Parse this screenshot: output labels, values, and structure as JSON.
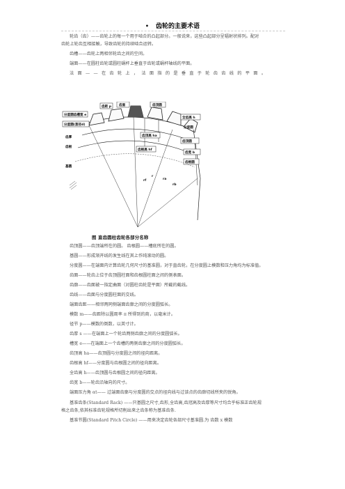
{
  "doc": {
    "title": "齿轮的主要术语",
    "bullet": "•",
    "intro": [
      "轮齿（齿）——齿轮上的每一个用于啮合的凸起部分。一般说来，这些凸起部分呈辐射状排列。配对",
      "齿轮上轮齿互相接触，导致齿轮的持续啮合运转。",
      "齿槽——齿轮上两相邻轮齿之间的空间。",
      "端面——在圆柱齿轮或圆柱蜗杆上垂直于齿轮或蜗杆轴线的平面。",
      "法面——在齿轮上，法面指的是垂直于轮齿齿线的平面。"
    ],
    "figure": {
      "labels": {
        "tip_circle_spacing": "分度圆齿槽宽 e",
        "pitch_circle": "分度圆(直径d)",
        "tooth_thickness": "齿厚",
        "tooth_root": "齿根",
        "tooth_face": "齿面",
        "top_land": "齿顶圆",
        "pitch_p": "齿距 p",
        "tooth_width": "齿宽 b",
        "addendum": "齿顶高 ha",
        "dedendum": "齿根高 hf",
        "root_circle": "齿根圆",
        "base_circle": "基圆",
        "whole_depth": "全齿高 h",
        "pitch_circle_sym": "分度圆",
        "tip_circle": "齿顶圆",
        "radius_rf": "rf",
        "radius_r": "r",
        "radius_ra": "ra",
        "radius_rb": "rb"
      },
      "caption": "图 直齿圆柱齿轮各部分名称"
    },
    "definitions": [
      "齿顶圆——齿顶端所在的圆。 齿根圆——槽底所在的圆。",
      "基圆——形成渐开线的发生线在其上作纯滚动的圆。",
      "分度圆——在端面内计算齿轮几何尺寸的基准圆，对于直齿轮，在分度圆上模数和压力角均为标准值。",
      "齿面——轮齿上位于齿顶圆柱面和齿根圆柱面之间的侧表面。",
      "齿廓——齿面被一指定曲面（对圆柱齿轮是平面）所截的截线。",
      "齿线——齿面与分度圆柱面的交线。",
      "端面齿距——相邻两同侧端面齿廓之间的分度圆弧长。",
      "模数 m——齿距除以圆周率 π 所得到的商，以毫米计。",
      "径节 p——模数的倒数，以英寸计。",
      "齿厚 s ——在端面上一个轮齿两侧齿廓之间的分度圆弧长。",
      "槽宽 e——在端面上一个齿槽的两侧齿廓之间的分度圆弧长。",
      "齿顶高 ha——齿顶圆与分度圆之间的径向距离。",
      "齿根高 hf——分度圆与齿根圆之间的径向距离。",
      "全齿高 h——齿顶圆与齿根圆之间的径向距离。",
      "齿宽 b——轮齿沿轴向的尺寸。",
      "端面压力角 αt—— 过端面齿廓与分度圆的交点的径向线与过该点的齿廓切线所夹的锐角。"
    ],
    "tail": [
      "基准齿条(Standard Rack) ——只基圆之尺寸,齿形,全齿高,齿冠高及齿厚等尺寸均合乎标准正齿轮规",
      "格之齿条,依其标准齿轮规格所切削出来之齿条称为基准齿条.",
      "基准节圆(Standard Pitch Circle) ——用来决定齿轮各部尺寸基准圆.为 齿数 x 模数"
    ]
  }
}
